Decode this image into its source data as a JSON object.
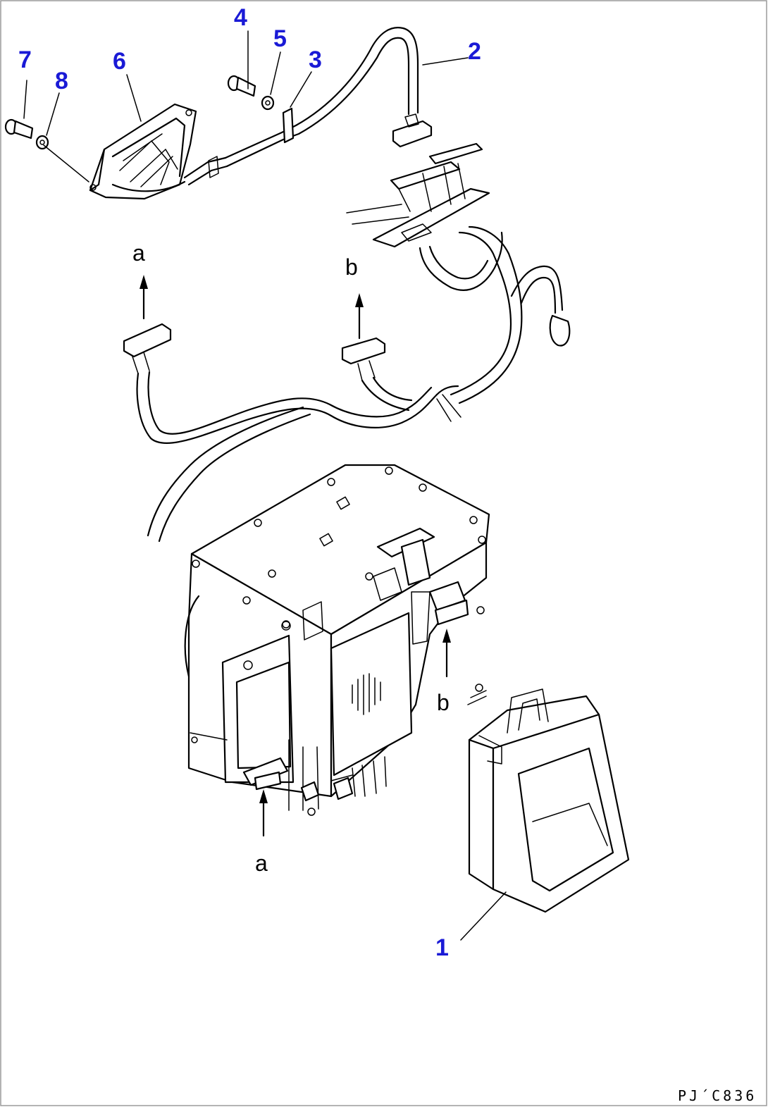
{
  "callouts": {
    "part_1": "1",
    "part_2": "2",
    "part_3": "3",
    "part_4": "4",
    "part_5": "5",
    "part_6": "6",
    "part_7": "7",
    "part_8": "8"
  },
  "connections": {
    "a_upper": "a",
    "b_upper": "b",
    "a_lower": "a",
    "b_lower": "b"
  },
  "figure_code": "PJ´C836",
  "colors": {
    "callout": "#1a1ad6",
    "line": "#000000",
    "background": "#ffffff",
    "frame": "#9a9a9a"
  }
}
